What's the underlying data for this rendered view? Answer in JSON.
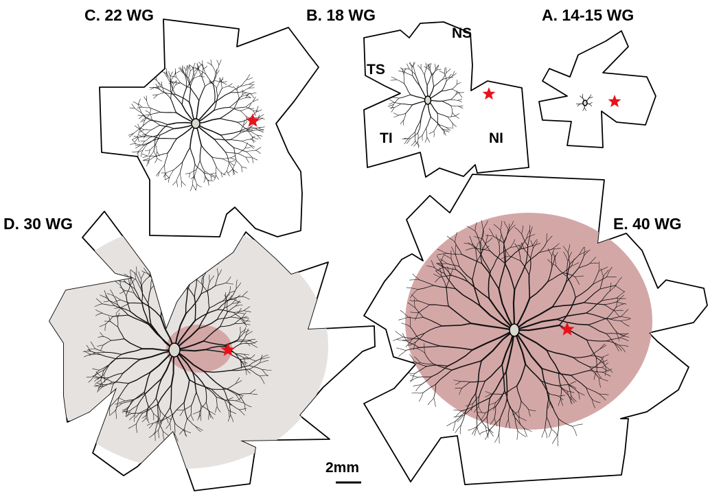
{
  "colors": {
    "star": "#e8121a",
    "vascular_pink": "#d4a7a7",
    "vascular_gray": "#e5e2e0",
    "outline": "#000000"
  },
  "panels": {
    "a": {
      "label": "A. 14-15 WG"
    },
    "b": {
      "label": "B. 18 WG",
      "quadrants": {
        "ns": "NS",
        "ts": "TS",
        "ti": "TI",
        "ni": "NI"
      }
    },
    "c": {
      "label": "C. 22 WG"
    },
    "d": {
      "label": "D. 30 WG"
    },
    "e": {
      "label": "E. 40 WG"
    }
  },
  "scale_bar": {
    "label": "2mm"
  },
  "icons": {
    "fovea_marker": "star-icon",
    "optic_disc": "disc-icon"
  }
}
